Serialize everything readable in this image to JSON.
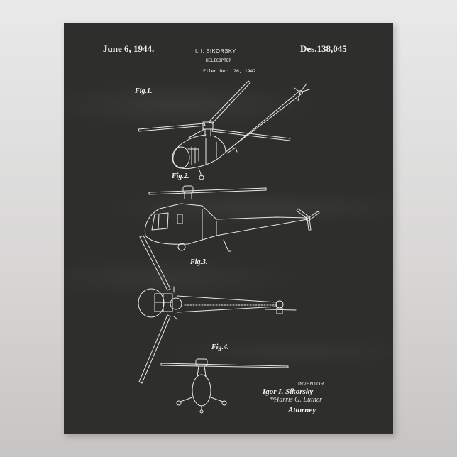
{
  "poster": {
    "background_color": "#2e2e2c",
    "line_color": "#e8e8e6",
    "wall_color": "#dcdbda"
  },
  "header": {
    "date": "June 6, 1944.",
    "inventor": "I. I. SIKORSKY",
    "subject": "HELICOPTER",
    "filed": "Filed Dec. 26, 1942",
    "patent_number": "Des.138,045"
  },
  "figures": [
    {
      "label": "Fig.1.",
      "view": "perspective"
    },
    {
      "label": "Fig.2.",
      "view": "side"
    },
    {
      "label": "Fig.3.",
      "view": "top"
    },
    {
      "label": "Fig.4.",
      "view": "front"
    }
  ],
  "signature": {
    "inventor_label": "INVENTOR",
    "inventor_signature": "Igor I. Sikorsky",
    "by": "BY",
    "attorney_signature": "Harris G. Luther",
    "attorney_label": "Attorney"
  }
}
